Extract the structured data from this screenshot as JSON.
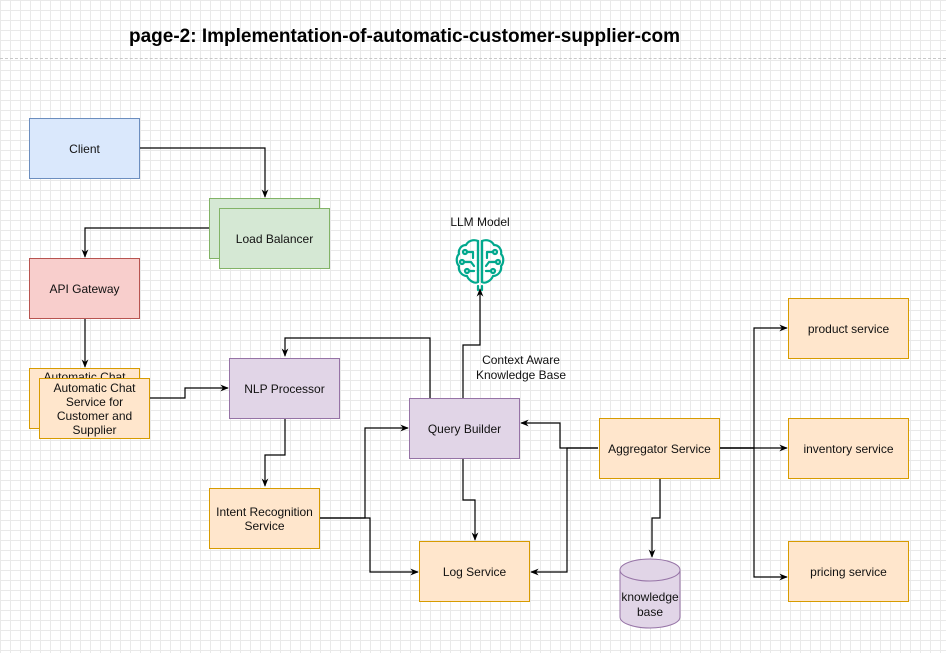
{
  "page": {
    "title": "page-2: Implementation-of-automatic-customer-supplier-com"
  },
  "nodes": {
    "client": "Client",
    "load_balancer": "Load Balancer",
    "api_gateway": "API Gateway",
    "chat_service_back": "Automatic Chat",
    "chat_service": "Automatic Chat Service for Customer and Supplier",
    "nlp_processor": "NLP Processor",
    "intent_recognition": "Intent Recognition Service",
    "query_builder": "Query Builder",
    "log_service": "Log Service",
    "aggregator_service": "Aggregator Service",
    "knowledge_base_db": "knowledge base",
    "product_service": "product service",
    "inventory_service": "inventory service",
    "pricing_service": "pricing service"
  },
  "labels": {
    "llm_model": "LLM Model",
    "context_aware": "Context Aware Knowledge Base"
  },
  "icons": {
    "llm": "brain-circuit-icon"
  },
  "colors": {
    "blue_fill": "#dae8fc",
    "green_fill": "#d5e8d4",
    "red_fill": "#f8cecc",
    "orange_fill": "#ffe6cc",
    "purple_fill": "#e1d5e7",
    "icon_teal": "#01a88d"
  }
}
